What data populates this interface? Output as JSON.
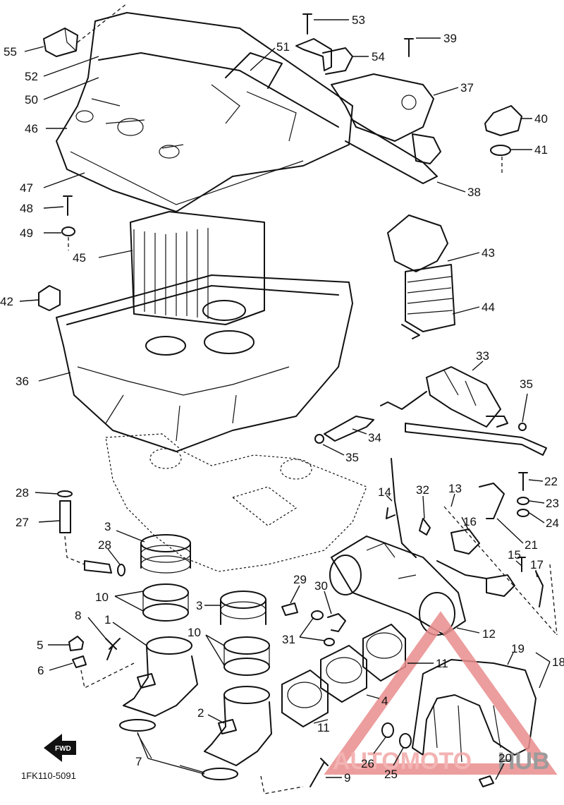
{
  "diagram": {
    "code": "1FK110-5091",
    "fwd_arrow_text": "FWD",
    "watermark": {
      "part1": "AUTOMOTO",
      "part2": "HUB",
      "color_red": "#f2a6a6",
      "color_gray": "#8a8a8a"
    },
    "callouts": [
      {
        "id": "c55",
        "text": "55"
      },
      {
        "id": "c52",
        "text": "52"
      },
      {
        "id": "c50",
        "text": "50"
      },
      {
        "id": "c46",
        "text": "46"
      },
      {
        "id": "c47",
        "text": "47"
      },
      {
        "id": "c48",
        "text": "48"
      },
      {
        "id": "c49",
        "text": "49"
      },
      {
        "id": "c45",
        "text": "45"
      },
      {
        "id": "c42",
        "text": "42"
      },
      {
        "id": "c36",
        "text": "36"
      },
      {
        "id": "c53",
        "text": "53"
      },
      {
        "id": "c51",
        "text": "51"
      },
      {
        "id": "c54",
        "text": "54"
      },
      {
        "id": "c39",
        "text": "39"
      },
      {
        "id": "c37",
        "text": "37"
      },
      {
        "id": "c40",
        "text": "40"
      },
      {
        "id": "c41",
        "text": "41"
      },
      {
        "id": "c38",
        "text": "38"
      },
      {
        "id": "c43",
        "text": "43"
      },
      {
        "id": "c44",
        "text": "44"
      },
      {
        "id": "c33",
        "text": "33"
      },
      {
        "id": "c35a",
        "text": "35"
      },
      {
        "id": "c34",
        "text": "34"
      },
      {
        "id": "c35b",
        "text": "35"
      },
      {
        "id": "c22",
        "text": "22"
      },
      {
        "id": "c23",
        "text": "23"
      },
      {
        "id": "c24",
        "text": "24"
      },
      {
        "id": "c21",
        "text": "21"
      },
      {
        "id": "c13",
        "text": "13"
      },
      {
        "id": "c16",
        "text": "16"
      },
      {
        "id": "c14",
        "text": "14"
      },
      {
        "id": "c32",
        "text": "32"
      },
      {
        "id": "c15",
        "text": "15"
      },
      {
        "id": "c17",
        "text": "17"
      },
      {
        "id": "c12",
        "text": "12"
      },
      {
        "id": "c28a",
        "text": "28"
      },
      {
        "id": "c27",
        "text": "27"
      },
      {
        "id": "c3a",
        "text": "3"
      },
      {
        "id": "c28b",
        "text": "28"
      },
      {
        "id": "c10a",
        "text": "10"
      },
      {
        "id": "c29",
        "text": "29"
      },
      {
        "id": "c30",
        "text": "30"
      },
      {
        "id": "c3b",
        "text": "3"
      },
      {
        "id": "c8",
        "text": "8"
      },
      {
        "id": "c1",
        "text": "1"
      },
      {
        "id": "c10b",
        "text": "10"
      },
      {
        "id": "c31",
        "text": "31"
      },
      {
        "id": "c5",
        "text": "5"
      },
      {
        "id": "c6",
        "text": "6"
      },
      {
        "id": "c19",
        "text": "19"
      },
      {
        "id": "c18",
        "text": "18"
      },
      {
        "id": "c11a",
        "text": "11"
      },
      {
        "id": "c4",
        "text": "4"
      },
      {
        "id": "c2",
        "text": "2"
      },
      {
        "id": "c11b",
        "text": "11"
      },
      {
        "id": "c7",
        "text": "7"
      },
      {
        "id": "c26",
        "text": "26"
      },
      {
        "id": "c25",
        "text": "25"
      },
      {
        "id": "c20",
        "text": "20"
      },
      {
        "id": "c9",
        "text": "9"
      }
    ]
  }
}
